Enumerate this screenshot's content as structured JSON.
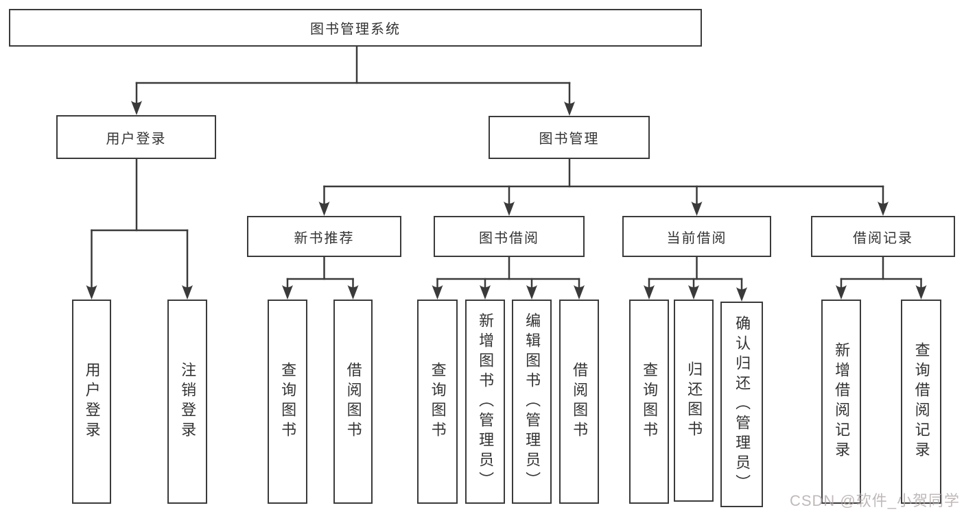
{
  "diagram": {
    "type": "hierarchy-tree",
    "title": "图书管理系统",
    "watermark": "CSDN @软件_小贺同学",
    "colors": {
      "line": "#3a3a3a",
      "box_border": "#3a3a3a",
      "text": "#333333",
      "watermark": "#b0a7a7",
      "background": "#ffffff"
    },
    "nodes": {
      "root": {
        "label": "图书管理系统",
        "level": 1
      },
      "user_login": {
        "label": "用户登录",
        "level": 2,
        "parent": "root"
      },
      "book_mgmt": {
        "label": "图书管理",
        "level": 2,
        "parent": "root"
      },
      "new_book_rec": {
        "label": "新书推荐",
        "level": 3,
        "parent": "book_mgmt"
      },
      "book_borrow": {
        "label": "图书借阅",
        "level": 3,
        "parent": "book_mgmt"
      },
      "current_borrow": {
        "label": "当前借阅",
        "level": 3,
        "parent": "book_mgmt"
      },
      "borrow_records": {
        "label": "借阅记录",
        "level": 3,
        "parent": "book_mgmt"
      },
      "ul_login": {
        "label": "用户登录",
        "level": 4,
        "parent": "user_login"
      },
      "ul_logout": {
        "label": "注销登录",
        "level": 4,
        "parent": "user_login"
      },
      "nbr_query": {
        "label": "查询图书",
        "level": 4,
        "parent": "new_book_rec"
      },
      "nbr_borrow": {
        "label": "借阅图书",
        "level": 4,
        "parent": "new_book_rec"
      },
      "bb_query": {
        "label": "查询图书",
        "level": 4,
        "parent": "book_borrow"
      },
      "bb_add": {
        "label": "新增图书（管理员）",
        "level": 4,
        "parent": "book_borrow"
      },
      "bb_edit": {
        "label": "编辑图书（管理员）",
        "level": 4,
        "parent": "book_borrow"
      },
      "bb_borrow": {
        "label": "借阅图书",
        "level": 4,
        "parent": "book_borrow"
      },
      "cb_query": {
        "label": "查询图书",
        "level": 4,
        "parent": "current_borrow"
      },
      "cb_return": {
        "label": "归还图书",
        "level": 4,
        "parent": "current_borrow"
      },
      "cb_confirm": {
        "label": "确认归还（管理员）",
        "level": 4,
        "parent": "current_borrow"
      },
      "br_add": {
        "label": "新增借阅记录",
        "level": 4,
        "parent": "borrow_records"
      },
      "br_query": {
        "label": "查询借阅记录",
        "level": 4,
        "parent": "borrow_records"
      }
    }
  }
}
